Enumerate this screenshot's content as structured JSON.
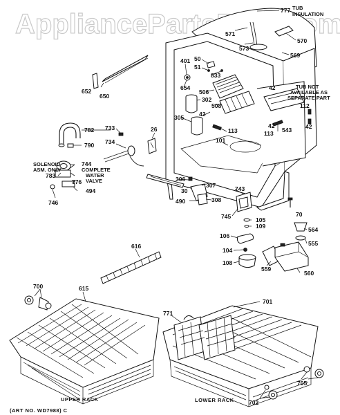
{
  "watermark": "AppliancePartsPros.com",
  "notes": {
    "tub_insulation_line1": "TUB",
    "tub_insulation_line2": "INSULATION",
    "tub_not_available_line1": "TUB NOT",
    "tub_not_available_line2": "AVAILABLE AS",
    "tub_not_available_line3": "SEPARATE PART",
    "solenoid_line1": "SOLENOID",
    "solenoid_line2": "ASM. ONLY",
    "complete_valve_line1": "COMPLETE",
    "complete_valve_line2": "WATER",
    "complete_valve_line3": "VALVE"
  },
  "captions": {
    "upper_rack": "UPPER RACK",
    "lower_rack": "LOWER RACK",
    "art_number": "(ART NO. WD7988) C"
  },
  "callouts": {
    "p777": "777",
    "p571": "571",
    "p573": "573",
    "p570": "570",
    "p569": "569",
    "p50": "50",
    "p51": "51",
    "p401": "401",
    "p833": "833",
    "p654": "654",
    "p506": "506",
    "p652": "652",
    "p650": "650",
    "p302": "302",
    "p42a": "42",
    "p42b": "42",
    "p42c": "42",
    "p42d": "42",
    "p508": "508",
    "p112": "112",
    "p305": "305",
    "p113a": "113",
    "p113b": "113",
    "p543": "543",
    "p782": "782",
    "p733": "733",
    "p26": "26",
    "p101": "101",
    "p790": "790",
    "p734": "734",
    "p744": "744",
    "p783": "783",
    "p776": "776",
    "p494": "494",
    "p746": "746",
    "p306": "306",
    "p30": "30",
    "p307": "307",
    "p743": "743",
    "p490": "490",
    "p308": "308",
    "p745": "745",
    "p70": "70",
    "p105": "105",
    "p109": "109",
    "p564": "564",
    "p555": "555",
    "p106": "106",
    "p104": "104",
    "p616": "616",
    "p108": "108",
    "p559": "559",
    "p560": "560",
    "p700": "700",
    "p615": "615",
    "p701": "701",
    "p771": "771",
    "p705": "705",
    "p702": "702"
  }
}
